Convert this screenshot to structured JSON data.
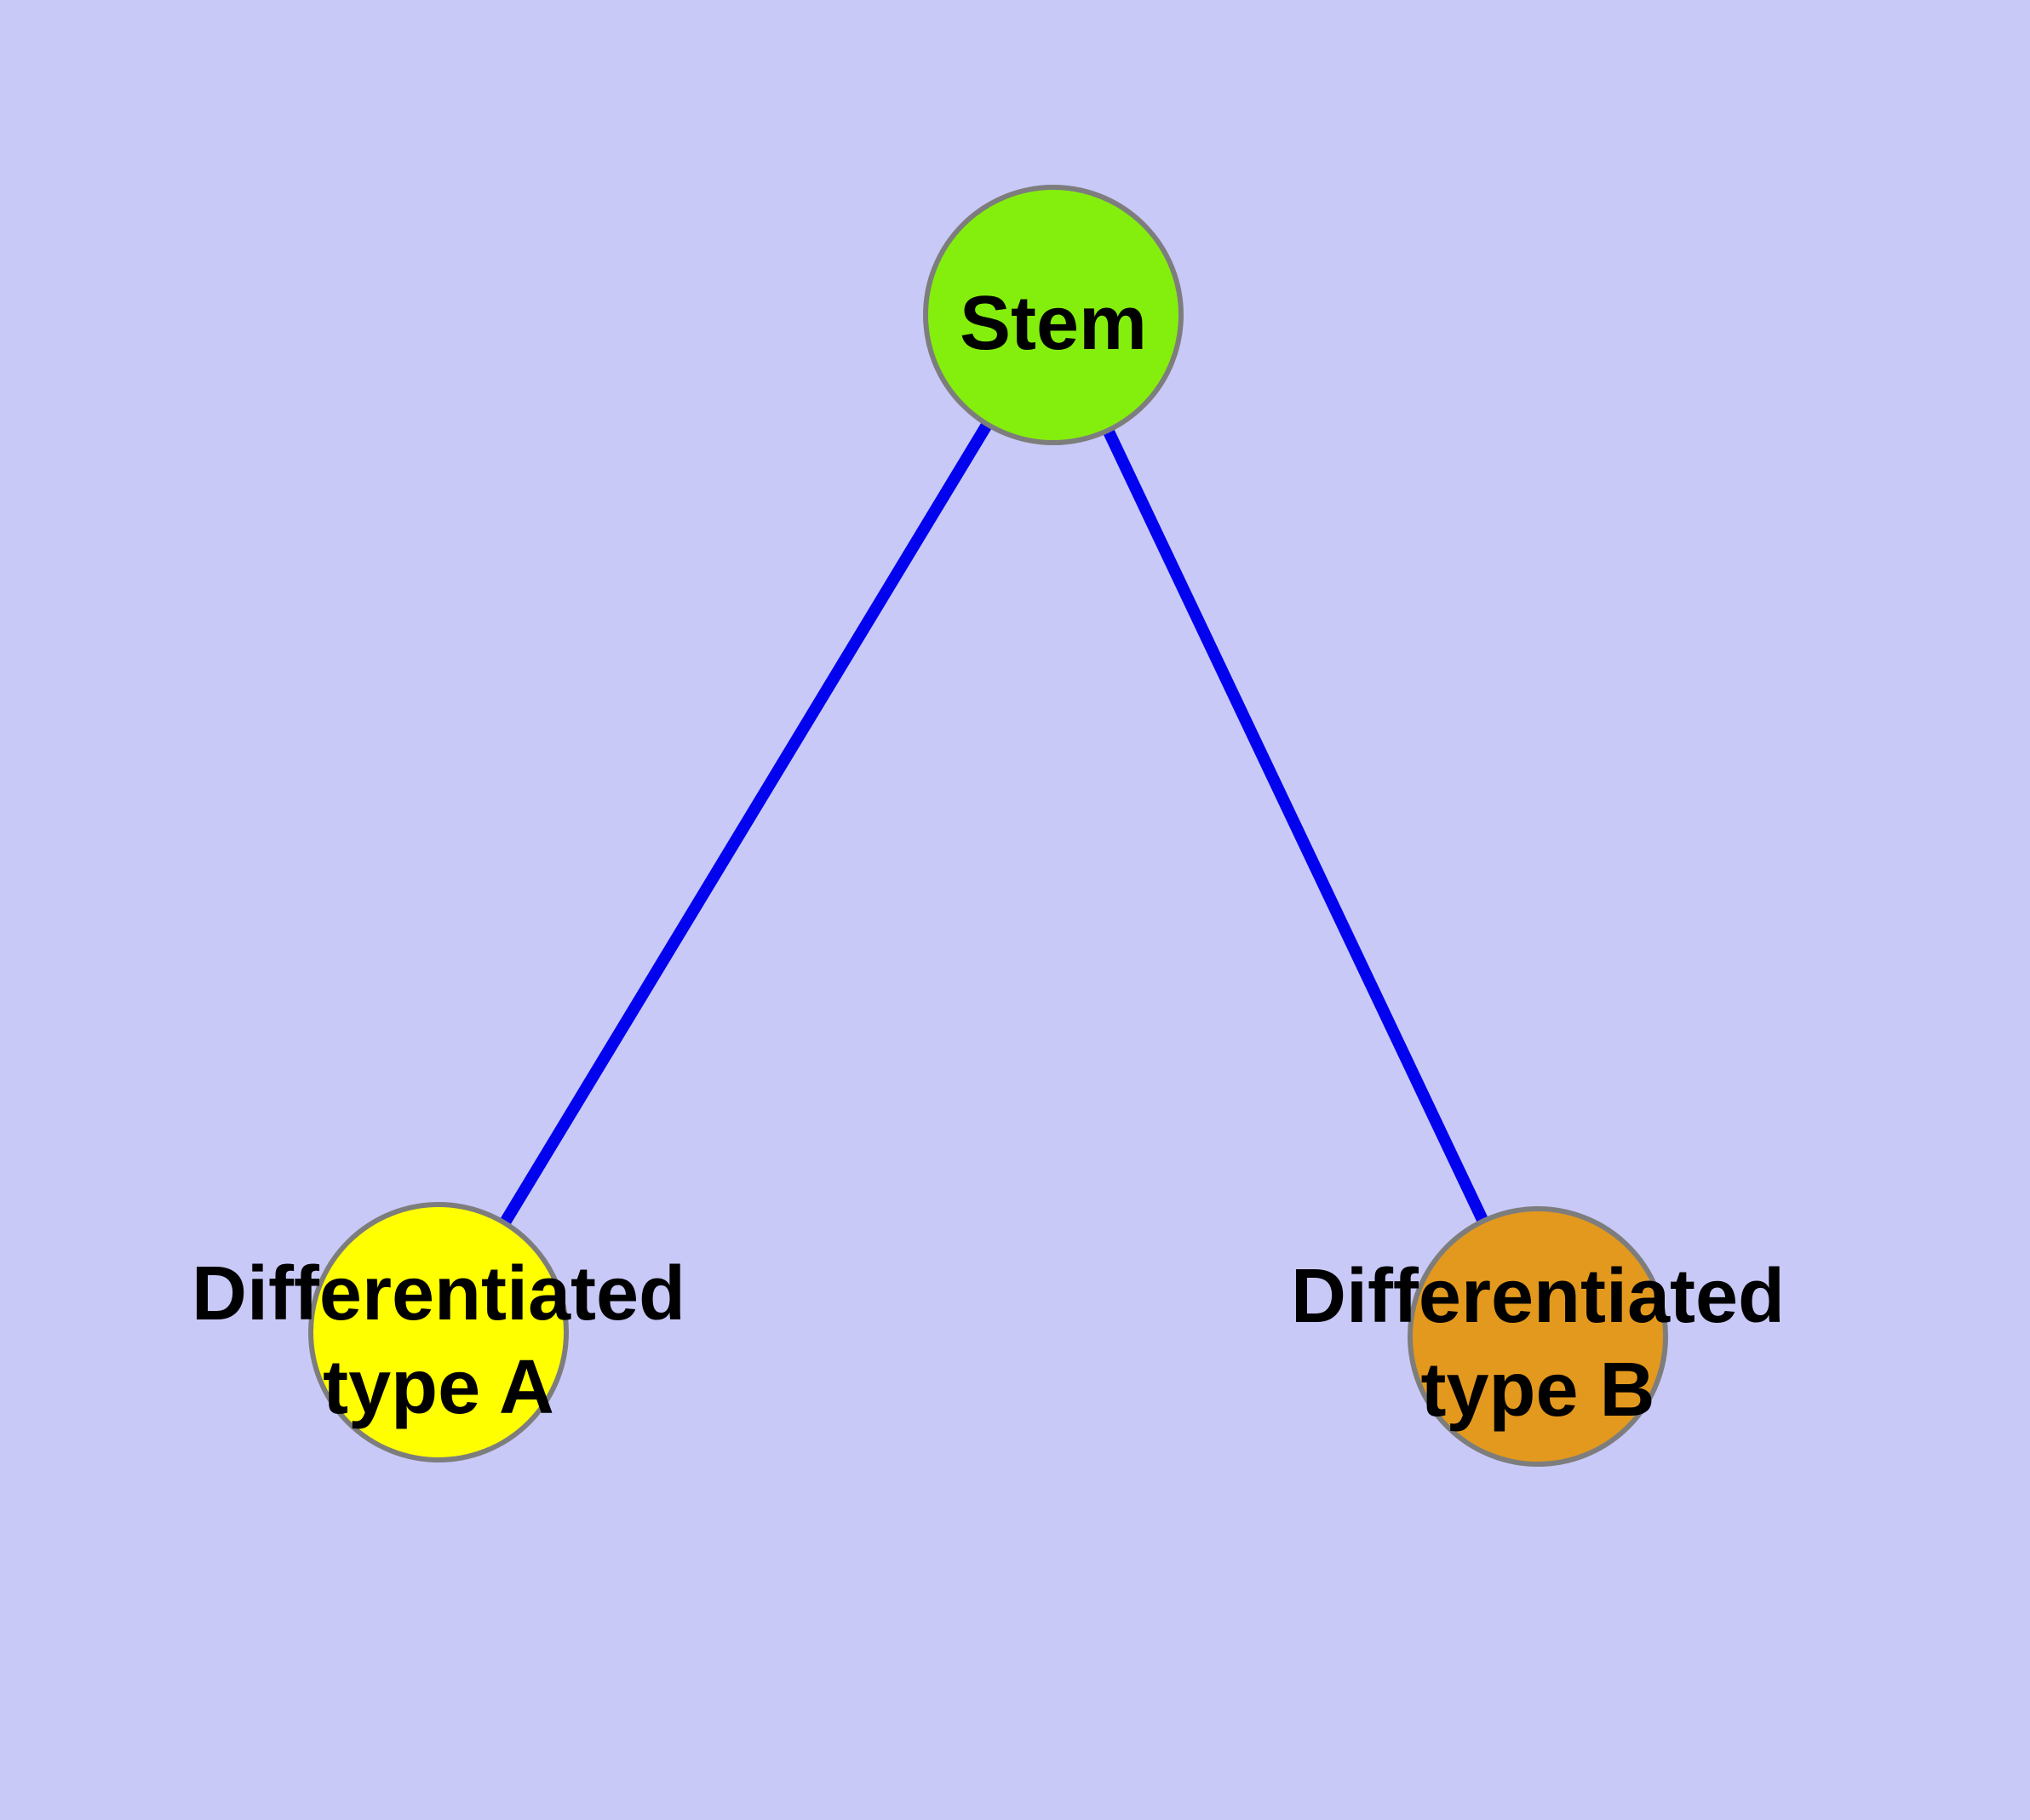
{
  "diagram": {
    "title": "",
    "background_color": "#c9c9f8",
    "edge_color": "#0202ee",
    "node_border_color": "#7d7d7d",
    "text_color": "#000000",
    "nodes": {
      "stem": {
        "label": "Stem",
        "color": "#84ef0d"
      },
      "type_a": {
        "label_line1": "Differentiated",
        "label_line2": "type A",
        "label_full": "Differentiated type A",
        "color": "#ffff00"
      },
      "type_b": {
        "label_line1": "Differentiated",
        "label_line2": "type B",
        "label_full": "Differentiated type B",
        "color": "#e3991d"
      }
    },
    "edges": [
      {
        "from": "Stem",
        "to": "Differentiated type A"
      },
      {
        "from": "Stem",
        "to": "Differentiated type B"
      }
    ]
  }
}
